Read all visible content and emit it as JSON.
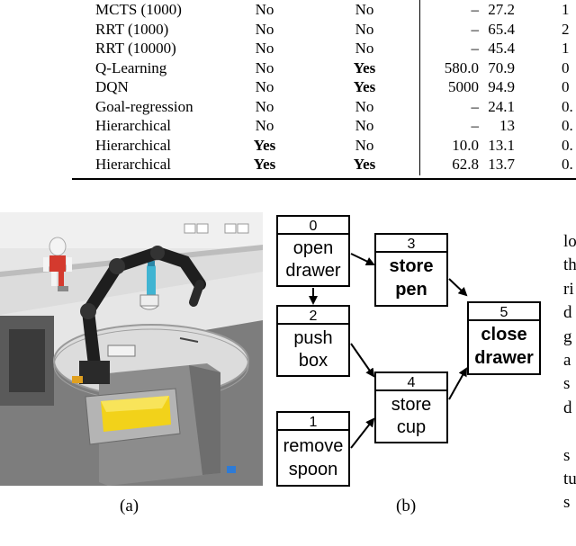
{
  "table": {
    "rows": [
      {
        "method": "MCTS (1000)",
        "a": "No",
        "a_bold": false,
        "b": "No",
        "b_bold": false,
        "c": "–",
        "d": "27.2",
        "e": "1"
      },
      {
        "method": "RRT (1000)",
        "a": "No",
        "a_bold": false,
        "b": "No",
        "b_bold": false,
        "c": "–",
        "d": "65.4",
        "e": "2"
      },
      {
        "method": "RRT (10000)",
        "a": "No",
        "a_bold": false,
        "b": "No",
        "b_bold": false,
        "c": "–",
        "d": "45.4",
        "e": "1"
      },
      {
        "method": "Q-Learning",
        "a": "No",
        "a_bold": false,
        "b": "Yes",
        "b_bold": true,
        "c": "580.0",
        "d": "70.9",
        "e": "0"
      },
      {
        "method": "DQN",
        "a": "No",
        "a_bold": false,
        "b": "Yes",
        "b_bold": true,
        "c": "5000",
        "d": "94.9",
        "e": "0"
      },
      {
        "method": "Goal-regression",
        "a": "No",
        "a_bold": false,
        "b": "No",
        "b_bold": false,
        "c": "–",
        "d": "24.1",
        "e": "0."
      },
      {
        "method": "Hierarchical",
        "a": "No",
        "a_bold": false,
        "b": "No",
        "b_bold": false,
        "c": "–",
        "d": "13",
        "e": "0."
      },
      {
        "method": "Hierarchical",
        "a": "Yes",
        "a_bold": true,
        "b": "No",
        "b_bold": false,
        "c": "10.0",
        "d": "13.1",
        "e": "0."
      },
      {
        "method": "Hierarchical",
        "a": "Yes",
        "a_bold": true,
        "b": "Yes",
        "b_bold": true,
        "c": "62.8",
        "d": "13.7",
        "e": "0."
      }
    ]
  },
  "figure": {
    "caption_a": "(a)",
    "caption_b": "(b)",
    "nodes": [
      {
        "id": "0",
        "lines": [
          "open",
          "drawer"
        ],
        "bold": false
      },
      {
        "id": "2",
        "lines": [
          "push",
          "box"
        ],
        "bold": false
      },
      {
        "id": "1",
        "lines": [
          "remove",
          "spoon"
        ],
        "bold": false
      },
      {
        "id": "3",
        "lines": [
          "store",
          "pen"
        ],
        "bold": true
      },
      {
        "id": "4",
        "lines": [
          "store",
          "cup"
        ],
        "bold": false
      },
      {
        "id": "5",
        "lines": [
          "close",
          "drawer"
        ],
        "bold": true
      }
    ]
  },
  "side_text": [
    "lo",
    "th",
    "ri",
    "d",
    "g",
    "a",
    "s",
    "d",
    "",
    "s",
    "tu",
    "s"
  ],
  "colors": {
    "wall": "#e4e4e4",
    "floor": "#7a7a7a",
    "desk": "#cfcfcf",
    "cabinet": "#8a8a8a",
    "drawer_box": "#f2d21a",
    "arm": "#1e1e1e",
    "bottle": "#40b4d2",
    "robot_red": "#d43a2e"
  }
}
